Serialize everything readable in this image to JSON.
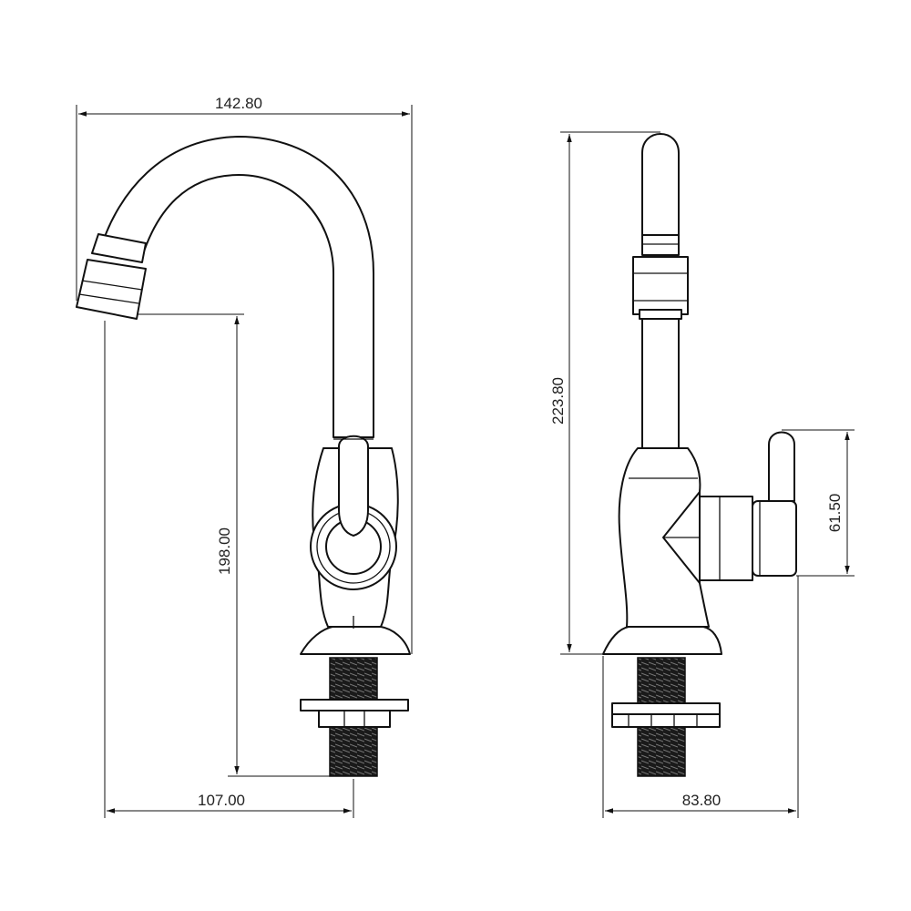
{
  "dimensions": {
    "spout_reach": "142.80",
    "spout_height": "198.00",
    "base_offset": "107.00",
    "total_height": "223.80",
    "handle_height": "61.50",
    "side_depth": "83.80"
  },
  "colors": {
    "line": "#111111",
    "thread": "#1a1a1a",
    "background": "#ffffff"
  }
}
